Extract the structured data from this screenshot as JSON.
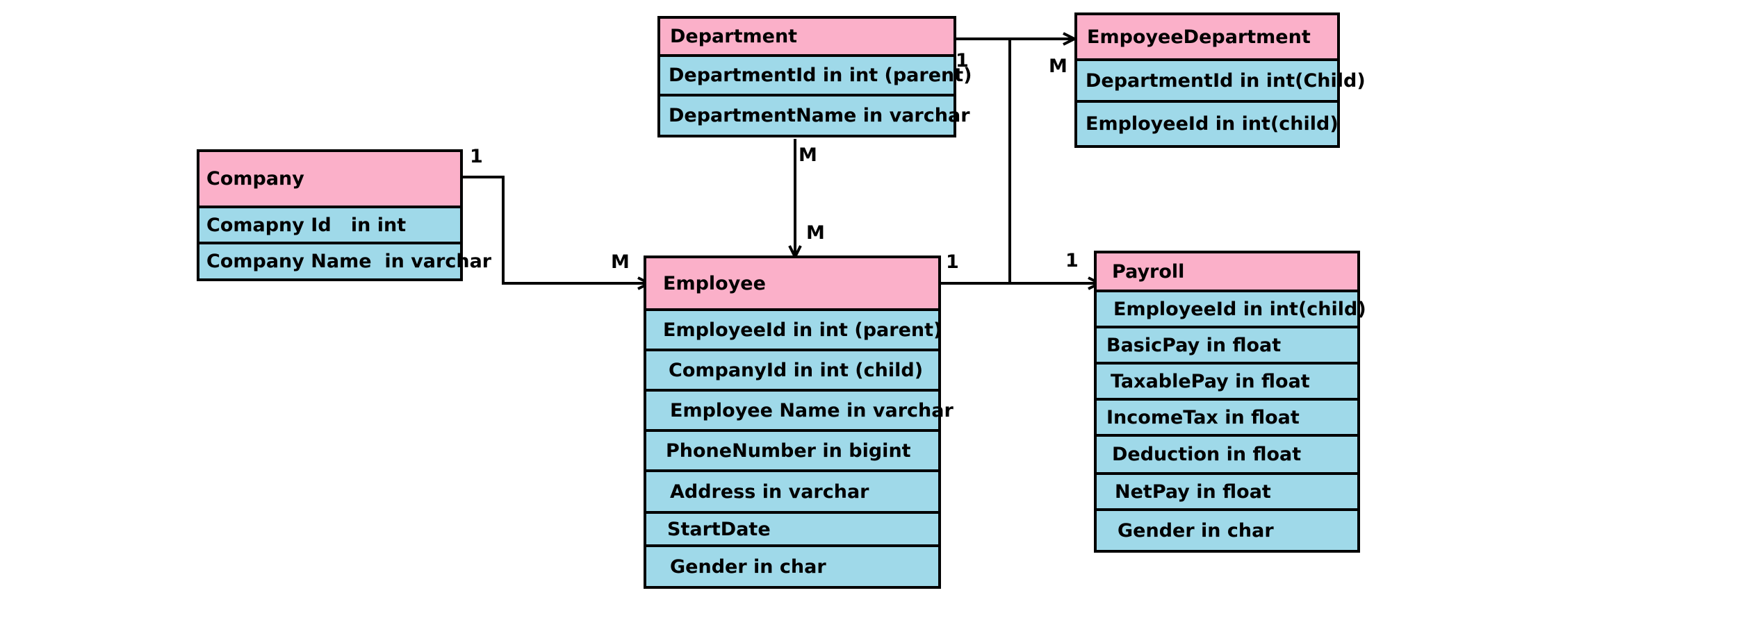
{
  "entities": {
    "department": {
      "title": "Department",
      "rows": [
        "DepartmentId in int (parent)",
        "DepartmentName in varchar"
      ]
    },
    "empoyee_department": {
      "title": "EmpoyeeDepartment",
      "rows": [
        "DepartmentId in int(Child)",
        "EmployeeId in int(child)"
      ]
    },
    "company": {
      "title": "Company",
      "rows": [
        "Comapny Id   in int",
        "Company Name  in varchar"
      ]
    },
    "employee": {
      "title": "Employee",
      "rows": [
        "EmployeeId in int (parent)",
        "CompanyId in int (child)",
        "Employee Name in varchar",
        "PhoneNumber in bigint",
        "Address in varchar",
        "StartDate",
        "Gender in char"
      ]
    },
    "payroll": {
      "title": "Payroll",
      "rows": [
        "EmployeeId in int(child)",
        "BasicPay in float",
        "TaxablePay in float",
        "IncomeTax in float",
        "Deduction in float",
        "NetPay in float",
        "Gender in char"
      ]
    }
  },
  "cardinalities": {
    "dept_to_empdept_one": "1",
    "dept_to_empdept_many": "M",
    "dept_to_employee_top": "M",
    "dept_to_employee_bottom": "M",
    "company_one": "1",
    "company_to_employee_many": "M",
    "employee_one": "1",
    "payroll_one": "1"
  },
  "colors": {
    "header": "#fbb0c9",
    "body": "#9fd9e9",
    "border": "#000000"
  }
}
